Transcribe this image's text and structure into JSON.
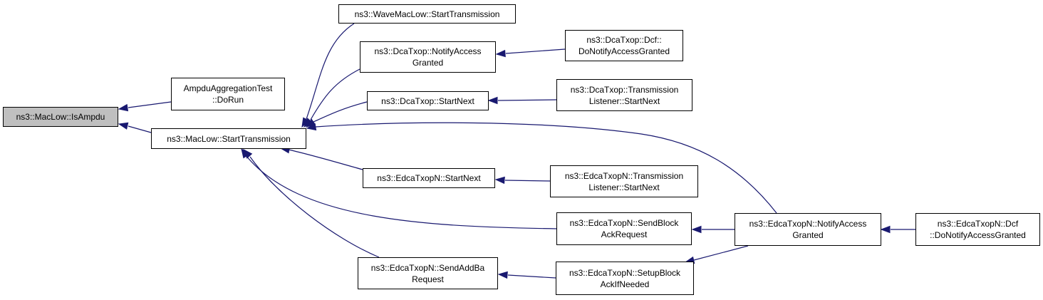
{
  "diagram": {
    "colors": {
      "edge": "#191970",
      "root_fill": "#bfbfbf",
      "node_fill": "#ffffff",
      "border": "#000000"
    },
    "nodes": {
      "isampdu": {
        "lines": [
          "ns3::MacLow::IsAmpdu"
        ]
      },
      "ampdu_dorun": {
        "lines": [
          "AmpduAggregationTest",
          "::DoRun"
        ]
      },
      "maclow_starttx": {
        "lines": [
          "ns3::MacLow::StartTransmission"
        ]
      },
      "wave_starttx": {
        "lines": [
          "ns3::WaveMacLow::StartTransmission"
        ]
      },
      "dca_notify": {
        "lines": [
          "ns3::DcaTxop::NotifyAccess",
          "Granted"
        ]
      },
      "dca_startnext": {
        "lines": [
          "ns3::DcaTxop::StartNext"
        ]
      },
      "edca_startnext": {
        "lines": [
          "ns3::EdcaTxopN::StartNext"
        ]
      },
      "edca_sendaddba": {
        "lines": [
          "ns3::EdcaTxopN::SendAddBa",
          "Request"
        ]
      },
      "dca_dcf_notify": {
        "lines": [
          "ns3::DcaTxop::Dcf::",
          "DoNotifyAccessGranted"
        ]
      },
      "dca_tl_startnext": {
        "lines": [
          "ns3::DcaTxop::Transmission",
          "Listener::StartNext"
        ]
      },
      "edca_tl_startnext": {
        "lines": [
          "ns3::EdcaTxopN::Transmission",
          "Listener::StartNext"
        ]
      },
      "edca_sendblockack": {
        "lines": [
          "ns3::EdcaTxopN::SendBlock",
          "AckRequest"
        ]
      },
      "edca_setupblockack": {
        "lines": [
          "ns3::EdcaTxopN::SetupBlock",
          "AckIfNeeded"
        ]
      },
      "edca_notify": {
        "lines": [
          "ns3::EdcaTxopN::NotifyAccess",
          "Granted"
        ]
      },
      "edca_dcf_notify": {
        "lines": [
          "ns3::EdcaTxopN::Dcf",
          "::DoNotifyAccessGranted"
        ]
      }
    },
    "edges": [
      {
        "from": "ampdu_dorun",
        "to": "isampdu"
      },
      {
        "from": "maclow_starttx",
        "to": "isampdu"
      },
      {
        "from": "wave_starttx",
        "to": "maclow_starttx"
      },
      {
        "from": "dca_notify",
        "to": "maclow_starttx"
      },
      {
        "from": "dca_startnext",
        "to": "maclow_starttx"
      },
      {
        "from": "edca_notify",
        "to": "maclow_starttx"
      },
      {
        "from": "edca_startnext",
        "to": "maclow_starttx"
      },
      {
        "from": "edca_sendblockack",
        "to": "maclow_starttx"
      },
      {
        "from": "edca_sendaddba",
        "to": "maclow_starttx"
      },
      {
        "from": "dca_dcf_notify",
        "to": "dca_notify"
      },
      {
        "from": "dca_tl_startnext",
        "to": "dca_startnext"
      },
      {
        "from": "edca_tl_startnext",
        "to": "edca_startnext"
      },
      {
        "from": "edca_notify",
        "to": "edca_sendblockack"
      },
      {
        "from": "edca_setupblockack",
        "to": "edca_sendaddba"
      },
      {
        "from": "edca_notify",
        "to": "edca_setupblockack"
      },
      {
        "from": "edca_dcf_notify",
        "to": "edca_notify"
      }
    ]
  }
}
